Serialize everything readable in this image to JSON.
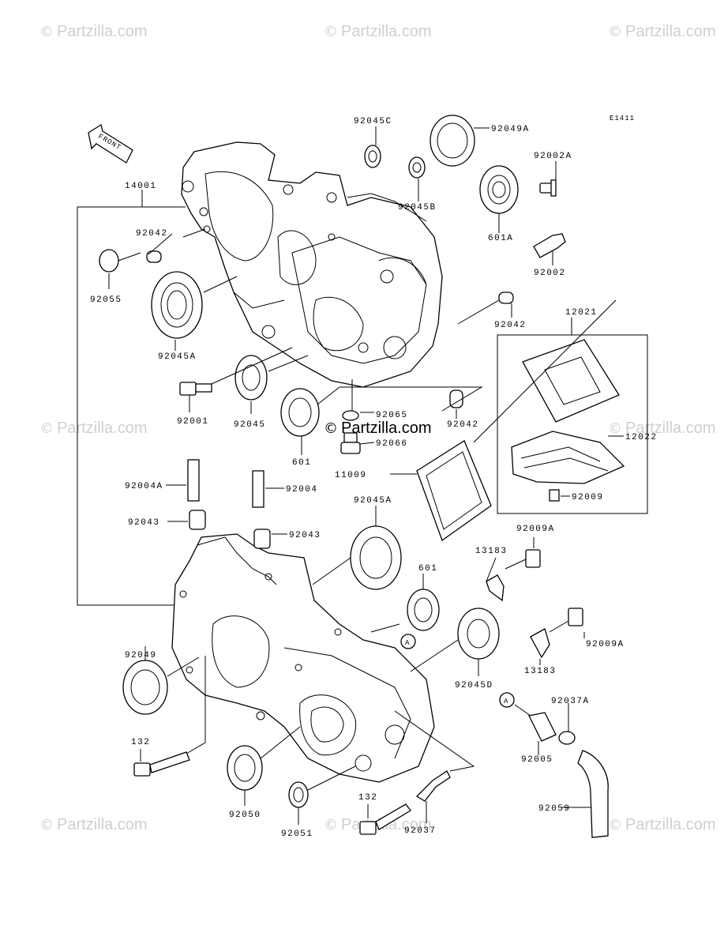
{
  "watermark": {
    "text": "Partzilla.com",
    "copyright_symbol": "©"
  },
  "diagram_code": "E1411",
  "front_label": "FRONT",
  "ref_marker": "A",
  "part_labels": {
    "p14001": "14001",
    "p92042_upper": "92042",
    "p92055": "92055",
    "p92045A_upper": "92045A",
    "p92045C": "92045C",
    "p92049A": "92049A",
    "p92045B": "92045B",
    "p601A": "601A",
    "p92002A": "92002A",
    "p92002": "92002",
    "p92042_right": "92042",
    "p12021": "12021",
    "p12022": "12022",
    "p92009": "92009",
    "p92001": "92001",
    "p92045": "92045",
    "p601_upper": "601",
    "p92065": "92065",
    "p92066": "92066",
    "p92042_mid": "92042",
    "p11009": "11009",
    "p92004A": "92004A",
    "p92004": "92004",
    "p92043_left": "92043",
    "p92043_right": "92043",
    "p92045A_lower": "92045A",
    "p601_lower": "601",
    "p92009A_upper": "92009A",
    "p13183_upper": "13183",
    "p92009A_lower": "92009A",
    "p13183_lower": "13183",
    "p92049": "92049",
    "p92045D": "92045D",
    "p132_left": "132",
    "p92037A": "92037A",
    "p92005": "92005",
    "p92050": "92050",
    "p132_lower": "132",
    "p92051": "92051",
    "p92037": "92037",
    "p92059": "92059"
  }
}
